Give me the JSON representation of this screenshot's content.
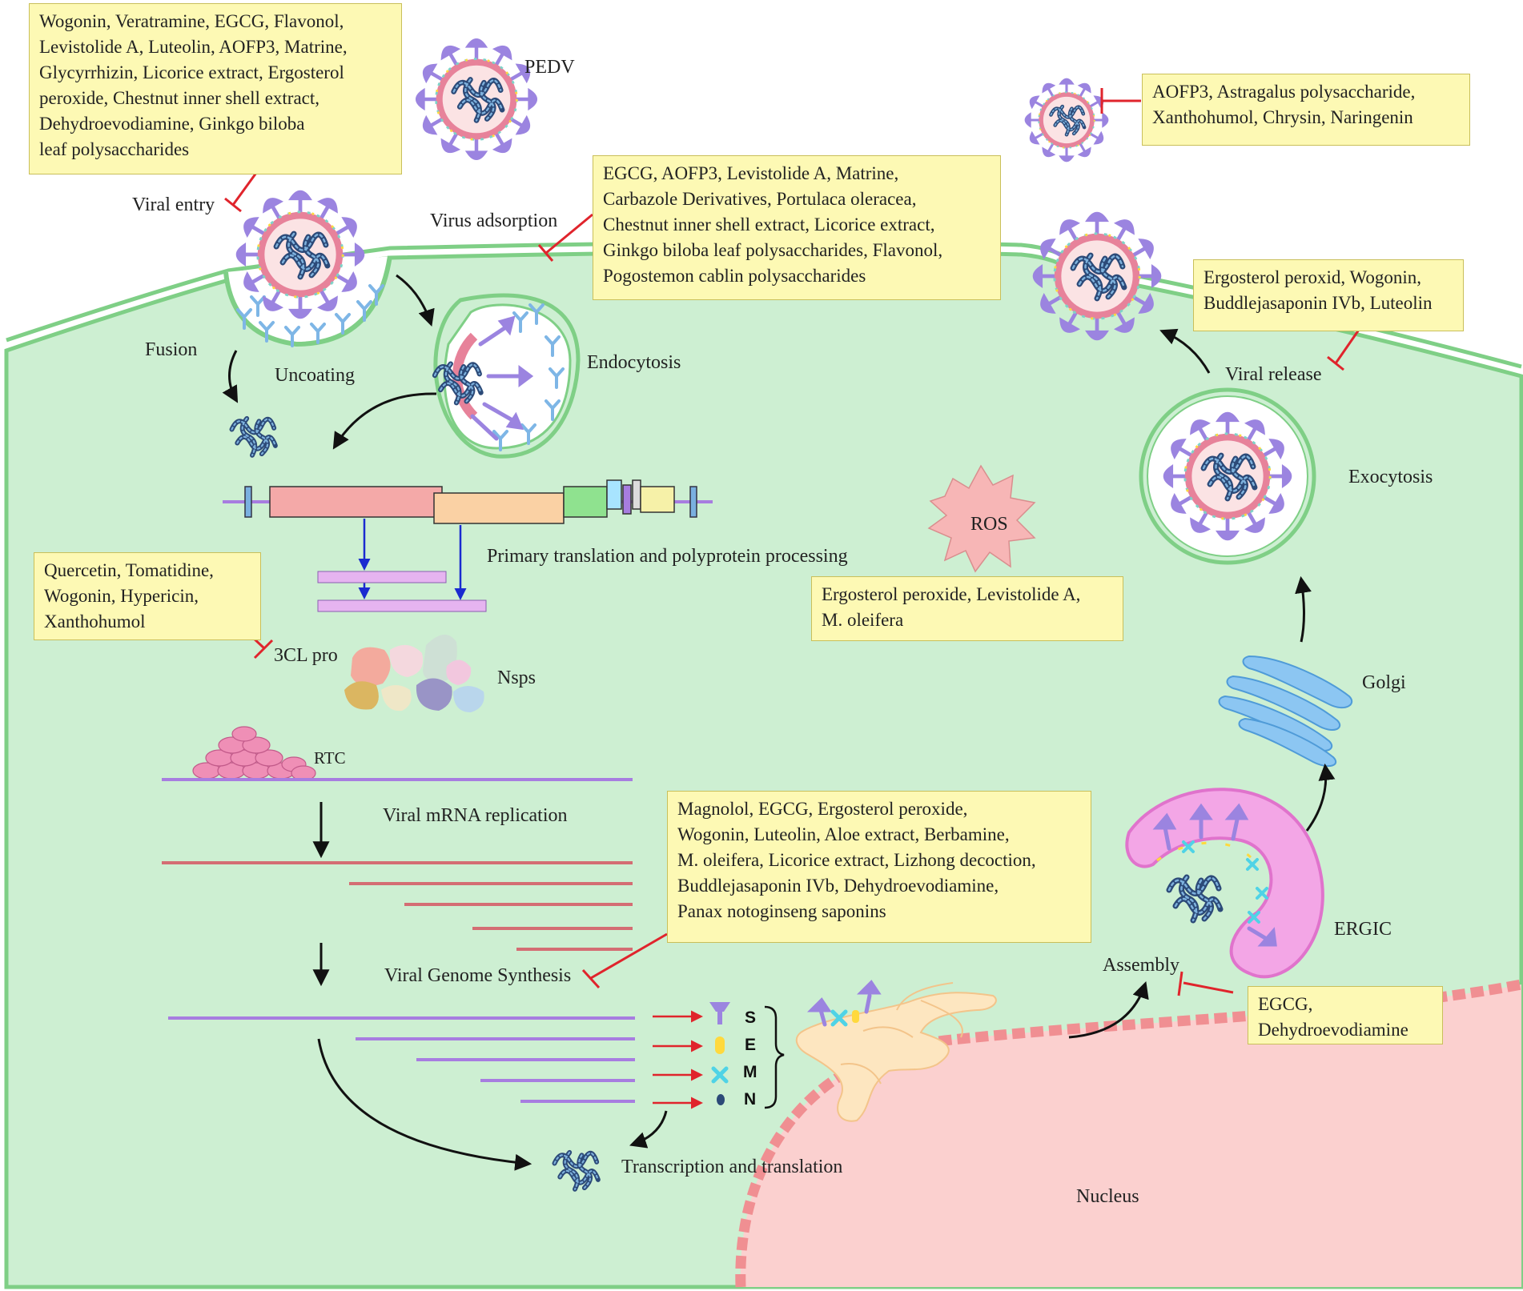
{
  "labels": {
    "pedv": "PEDV",
    "viral_entry": "Viral entry",
    "virus_adsorption": "Virus adsorption",
    "fusion": "Fusion",
    "uncoating": "Uncoating",
    "endocytosis": "Endocytosis",
    "primary_translation": "Primary translation and polyprotein processing",
    "threecl_pro": "3CL pro",
    "nsps": "Nsps",
    "rtc": "RTC",
    "viral_mrna_replication": "Viral mRNA replication",
    "viral_genome_synthesis": "Viral Genome Synthesis",
    "transcription_translation": "Transcription and translation",
    "nucleus": "Nucleus",
    "assembly": "Assembly",
    "ergic": "ERGIC",
    "golgi": "Golgi",
    "exocytosis": "Exocytosis",
    "viral_release": "Viral release",
    "ros": "ROS"
  },
  "proteins": [
    "S",
    "E",
    "M",
    "N"
  ],
  "boxes": {
    "entry": [
      "Wogonin, Veratramine, EGCG, Flavonol,",
      "Levistolide A,  Luteolin, AOFP3, Matrine,",
      "Glycyrrhizin, Licorice extract, Ergosterol",
      "peroxide, Chestnut inner shell extract,",
      "Dehydroevodiamine, Ginkgo biloba",
      "leaf polysaccharides"
    ],
    "adsorption": [
      "EGCG, AOFP3, Levistolide A, Matrine,",
      "Carbazole Derivatives, Portulaca oleracea,",
      "Chestnut inner shell extract, Licorice extract,",
      "Ginkgo biloba leaf polysaccharides, Flavonol,",
      "Pogostemon cablin polysaccharides"
    ],
    "release_top": [
      "AOFP3, Astragalus polysaccharide,",
      "Xanthohumol, Chrysin, Naringenin"
    ],
    "release": [
      "Ergosterol peroxid, Wogonin,",
      "Buddlejasaponin IVb, Luteolin"
    ],
    "protease": [
      "Quercetin, Tomatidine,",
      "Wogonin, Hypericin,",
      "Xanthohumol"
    ],
    "ros": [
      "Ergosterol peroxide, Levistolide A,",
      "M. oleifera"
    ],
    "genome": [
      "Magnolol, EGCG, Ergosterol peroxide,",
      "Wogonin, Luteolin, Aloe extract, Berbamine,",
      "M. oleifera, Licorice extract, Lizhong decoction,",
      "Buddlejasaponin IVb, Dehydroevodiamine,",
      "Panax notoginseng saponins"
    ],
    "assembly": [
      "EGCG,",
      "Dehydroevodiamine"
    ]
  },
  "colors": {
    "cell_fill": "#cdefd2",
    "membrane": "#7fcf86",
    "box_fill": "#fdf9b4",
    "inhibit": "#e0242c",
    "spike": "#9b84e0",
    "nucleus": "#fbd0cf",
    "nucleus_border": "#f08f92",
    "ergic": "#f3a6e6",
    "golgi": "#8cc6f2",
    "er": "#fde6c0",
    "ros": "#f7b6b6",
    "rna_purple": "#a77de0",
    "rna_red": "#d46d73"
  }
}
